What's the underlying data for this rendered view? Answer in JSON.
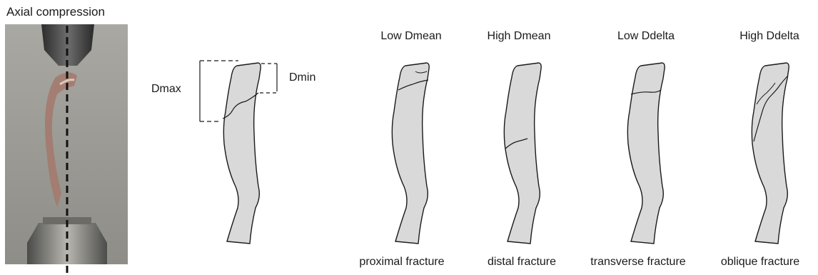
{
  "photo": {
    "title": "Axial compression"
  },
  "schematic": {
    "dmax_label": "Dmax",
    "dmin_label": "Dmin"
  },
  "columns": [
    {
      "title": "Low Dmean",
      "caption": "proximal fracture"
    },
    {
      "title": "High Dmean",
      "caption": "distal fracture"
    },
    {
      "title": "Low Ddelta",
      "caption": "transverse  fracture"
    },
    {
      "title": "High Ddelta",
      "caption": "oblique fracture"
    }
  ],
  "colors": {
    "bone_fill": "#d9d9d9",
    "outline": "#1a1a1a",
    "photo_bg": "#9b9a94"
  }
}
